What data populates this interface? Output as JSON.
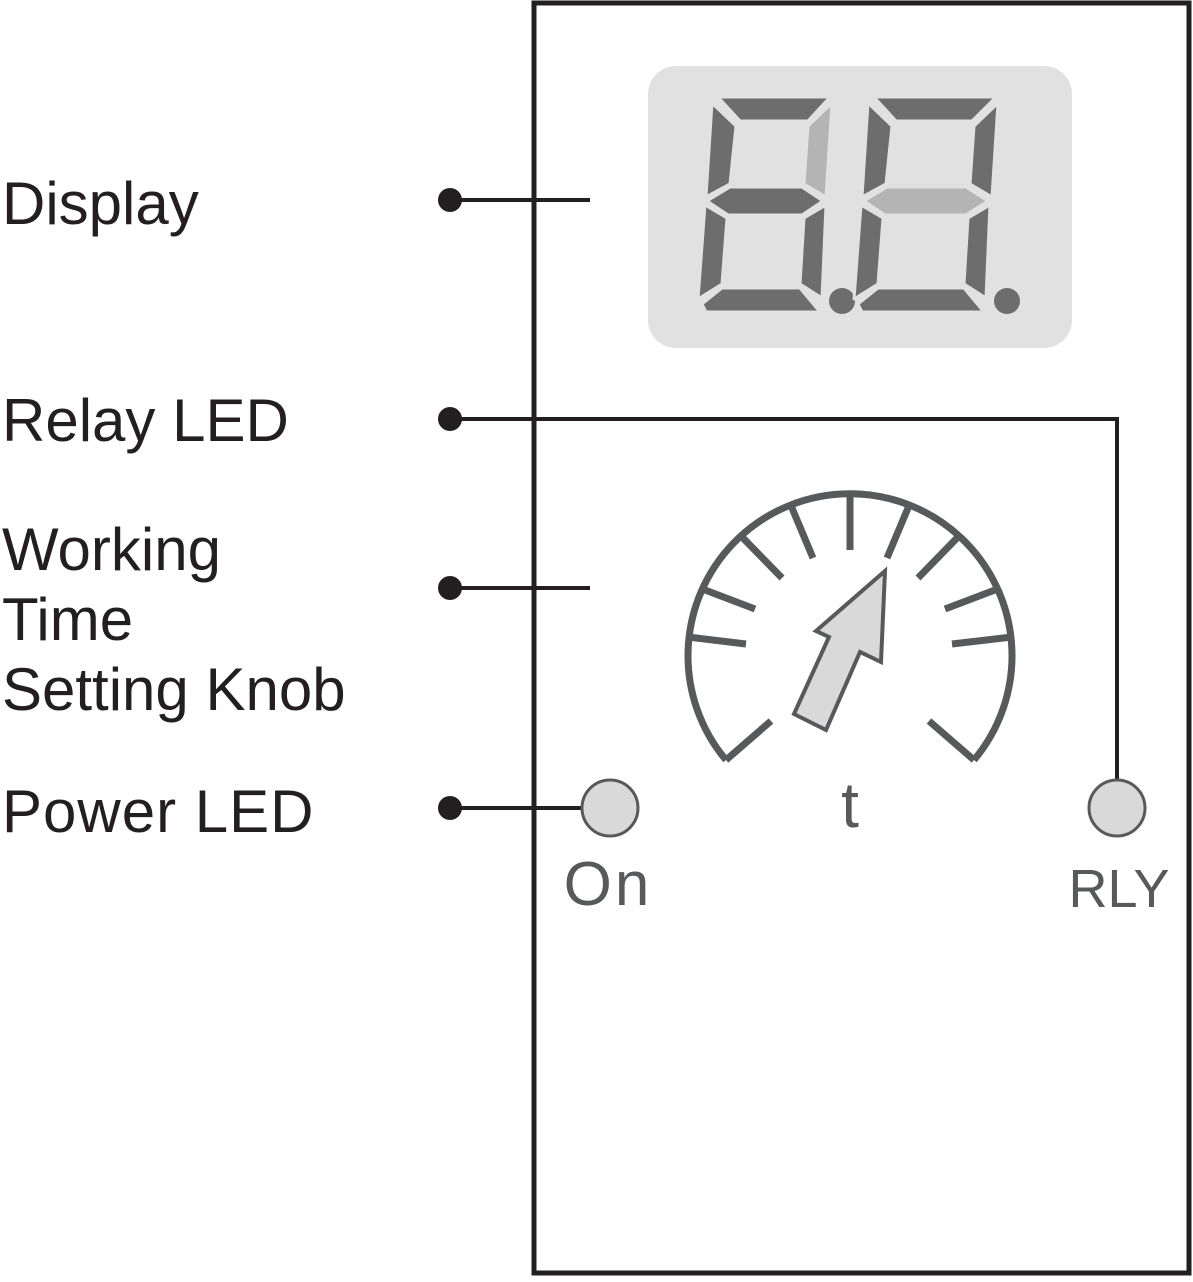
{
  "labels": {
    "display": "Display",
    "relay_led": "Relay LED",
    "knob_line1": "Working",
    "knob_line2": "Time",
    "knob_line3": "Setting Knob",
    "power_led": "Power LED"
  },
  "panel": {
    "on_label": "On",
    "rly_label": "RLY",
    "knob_symbol": "t"
  },
  "colors": {
    "outline": "#231f20",
    "display_bg": "#e1e1e1",
    "segment_on": "#6d6d6d",
    "segment_dim": "#b4b4b4",
    "dial": "#58595b",
    "led_fill": "#d9d9d9",
    "panel_text": "#58595b"
  }
}
